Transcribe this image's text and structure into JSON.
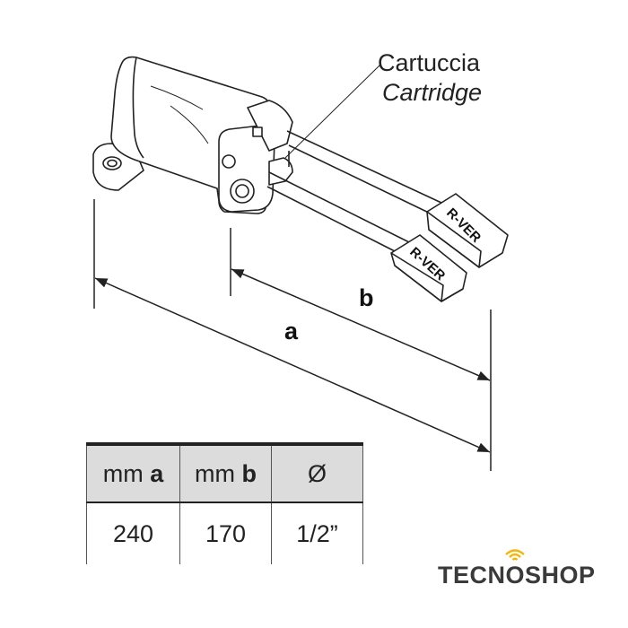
{
  "callout": {
    "label_it": "Cartuccia",
    "label_en": "Cartridge"
  },
  "dimensions": {
    "a_label": "a",
    "b_label": "b"
  },
  "pedal_text": "R-VER",
  "table": {
    "headers": [
      {
        "prefix": "mm ",
        "bold": "a"
      },
      {
        "prefix": "mm ",
        "bold": "b"
      },
      {
        "prefix": "Ø",
        "bold": ""
      }
    ],
    "rows": [
      [
        "240",
        "170",
        "1/2”"
      ]
    ]
  },
  "brand": {
    "name": "TECNOSHOP",
    "accent_color": "#f2b705"
  }
}
